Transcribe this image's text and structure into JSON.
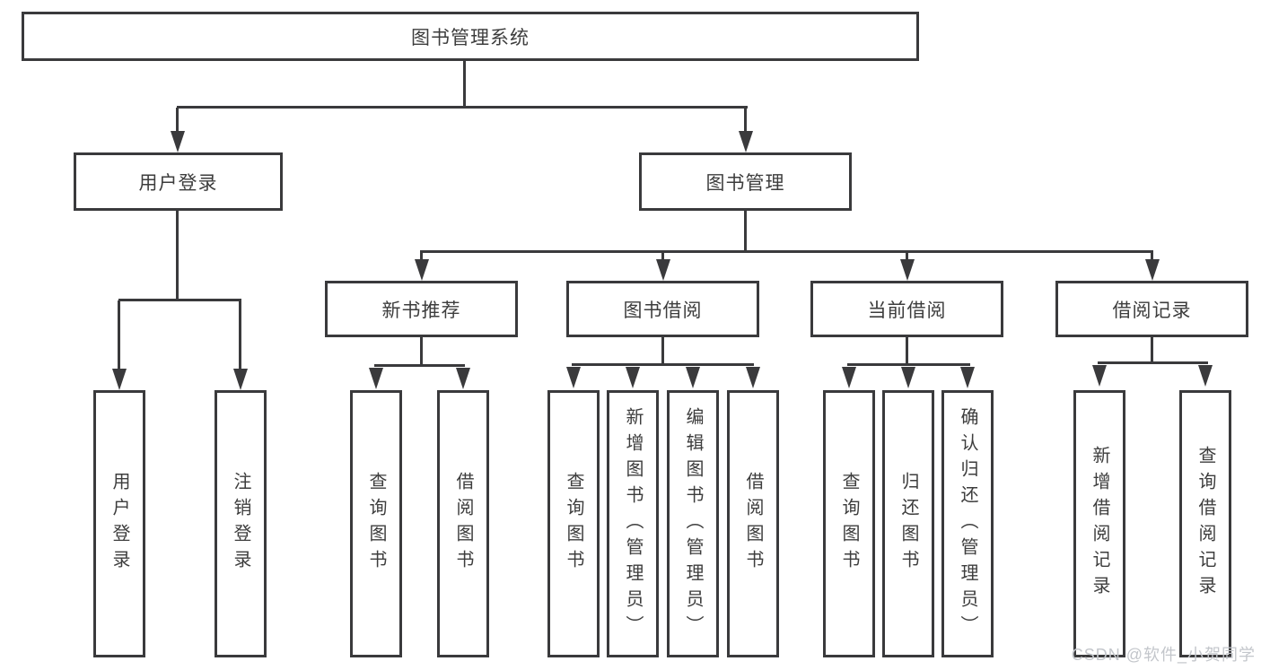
{
  "diagram": {
    "type": "hierarchy-tree",
    "line_color": "#3a3a3c",
    "text_color": "#3d3d3d",
    "background": "#ffffff",
    "tree": {
      "label": "图书管理系统",
      "children": [
        {
          "label": "用户登录",
          "children": [
            {
              "label": "用户登录"
            },
            {
              "label": "注销登录"
            }
          ]
        },
        {
          "label": "图书管理",
          "children": [
            {
              "label": "新书推荐",
              "children": [
                {
                  "label": "查询图书"
                },
                {
                  "label": "借阅图书"
                }
              ]
            },
            {
              "label": "图书借阅",
              "children": [
                {
                  "label": "查询图书"
                },
                {
                  "label": "新增图书（管理员）"
                },
                {
                  "label": "编辑图书（管理员）"
                },
                {
                  "label": "借阅图书"
                }
              ]
            },
            {
              "label": "当前借阅",
              "children": [
                {
                  "label": "查询图书"
                },
                {
                  "label": "归还图书"
                },
                {
                  "label": "确认归还（管理员）"
                }
              ]
            },
            {
              "label": "借阅记录",
              "children": [
                {
                  "label": "新增借阅记录"
                },
                {
                  "label": "查询借阅记录"
                }
              ]
            }
          ]
        }
      ]
    },
    "watermark": {
      "text": "CSDN @软件_小贺同学",
      "color": "#c3c6cb"
    }
  }
}
